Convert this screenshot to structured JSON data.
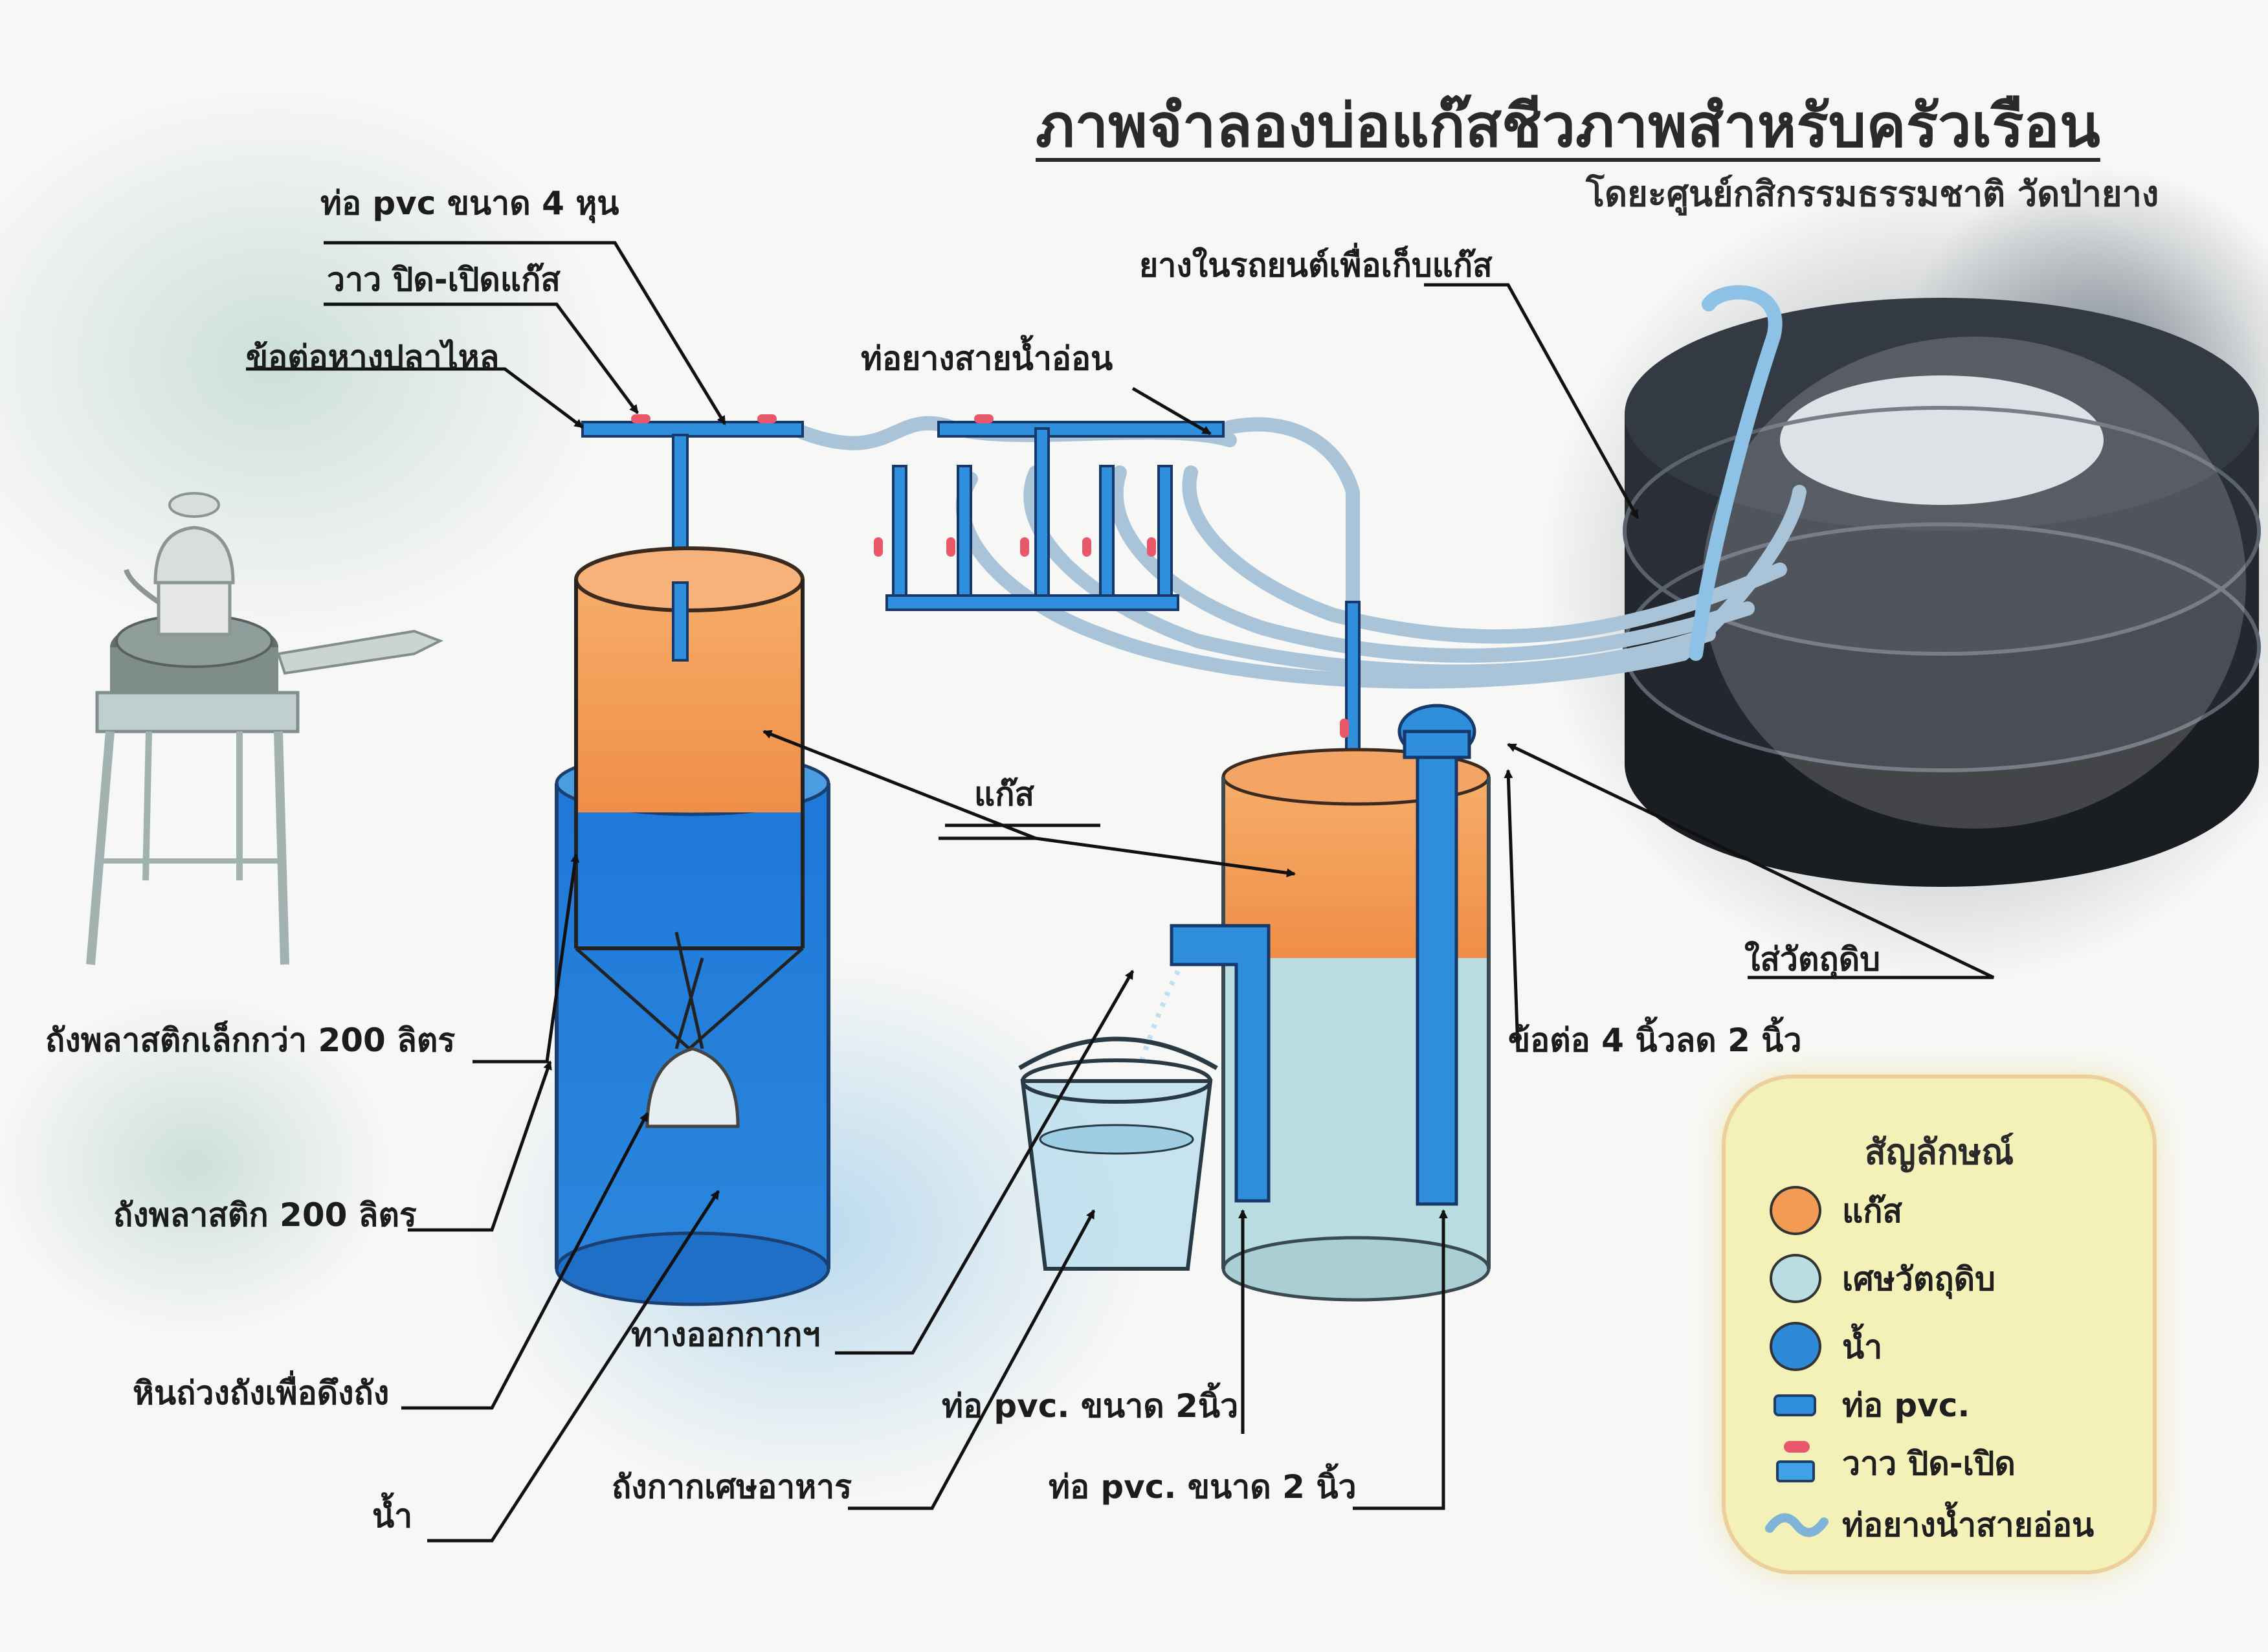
{
  "title": "ภาพจำลองบ่อแก๊สชีวภาพสำหรับครัวเรือน",
  "subtitle": "โดยะศูนย์กสิกรรมธรรมชาติ วัดป่ายาง",
  "labels": {
    "pvc_4_hun": "ท่อ pvc ขนาด 4 หุน",
    "valve": "วาว ปิด-เปิดแก๊ส",
    "fishtail": "ข้อต่อหางปลาไหล",
    "car_tire": "ยางในรถยนต์เพื่อเก็บแก๊ส",
    "soft_hose": "ท่อยางสายน้ำอ่อน",
    "gas": "แก๊ส",
    "raw_material": "ใส่วัตถุดิบ",
    "reducer": "ข้อต่อ 4 นิ้วลด 2 นิ้ว",
    "small_tank": "ถังพลาสติกเล็กกว่า 200 ลิตร",
    "tank_200": "ถังพลาสติก 200 ลิตร",
    "stone": "หินถ่วงถังเพื่อดึงถัง",
    "water": "น้ำ",
    "outlet": "ทางออกกากฯ",
    "pvc_2inch_a": "ท่อ pvc. ขนาด 2นิ้ว",
    "food_waste_bucket": "ถังกากเศษอาหาร",
    "pvc_2inch_b": "ท่อ pvc. ขนาด 2 นิ้ว"
  },
  "legend": {
    "title": "สัญลักษณ์",
    "items": [
      {
        "label": "แก๊ส",
        "icon": "circle",
        "color": "#f39a55"
      },
      {
        "label": "เศษวัตถุดิบ",
        "icon": "circle",
        "color": "#b9dde0"
      },
      {
        "label": "น้ำ",
        "icon": "circle",
        "color": "#2c8ad6"
      },
      {
        "label": "ท่อ pvc.",
        "icon": "pvc-pipe",
        "color": "#2f8fdc"
      },
      {
        "label": "วาว ปิด-เปิด",
        "icon": "valve",
        "color": "#e8586a"
      },
      {
        "label": "ท่อยางน้ำสายอ่อน",
        "icon": "hose",
        "color": "#7fb4d6"
      }
    ]
  },
  "colors": {
    "gas": "#f39a55",
    "water": "#2c8ad6",
    "raw_material": "#b9dde0",
    "pvc": "#2f8fdc",
    "valve": "#e8586a",
    "hose": "#a8c6dc",
    "tire": "#16191f"
  }
}
